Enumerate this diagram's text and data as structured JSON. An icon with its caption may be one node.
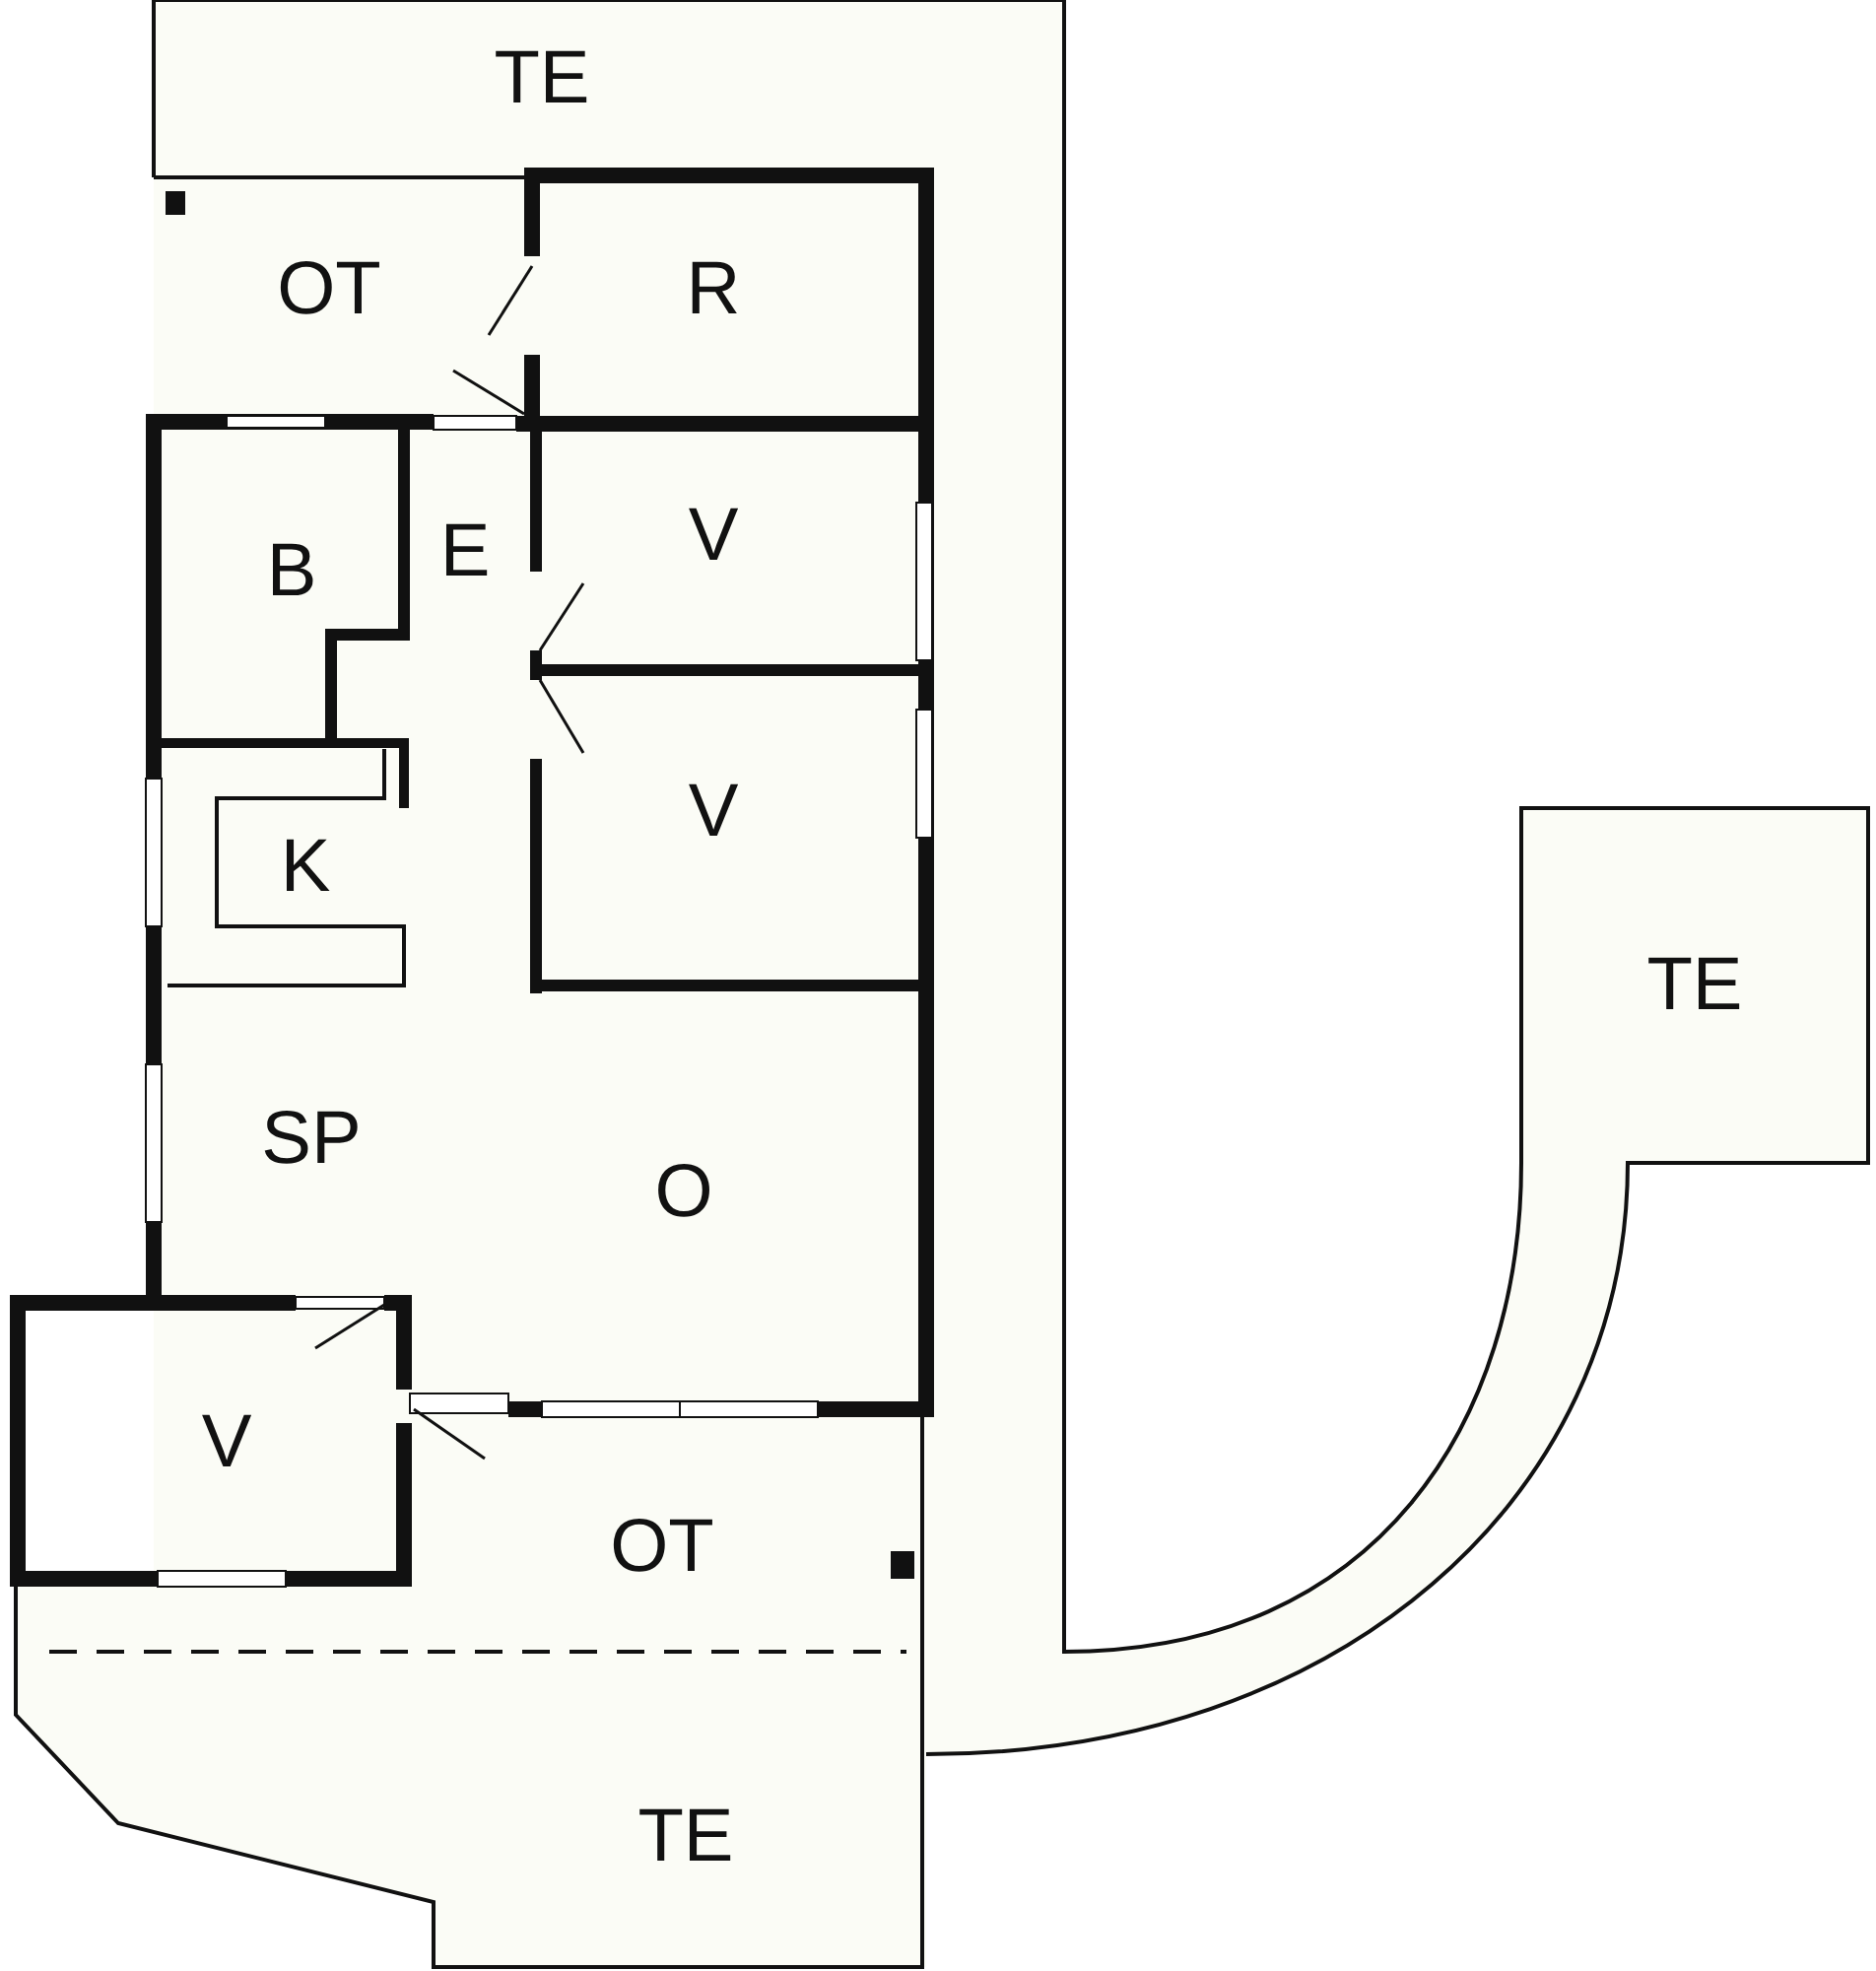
{
  "diagram": {
    "nodes": [
      {
        "text": [
          "TE"
        ]
      },
      {
        "text": [
          "OT"
        ]
      },
      {
        "text": [
          "R"
        ]
      },
      {
        "text": [
          "B"
        ]
      },
      {
        "text": [
          "E"
        ]
      },
      {
        "text": [
          "V"
        ]
      },
      {
        "text": [
          "V"
        ]
      },
      {
        "text": [
          "K"
        ]
      },
      {
        "text": [
          "TE"
        ]
      },
      {
        "text": [
          "SP",
          "O"
        ]
      },
      {
        "text": [
          "V"
        ]
      },
      {
        "text": [
          "OT"
        ]
      },
      {
        "text": [
          "TE"
        ]
      }
    ]
  }
}
